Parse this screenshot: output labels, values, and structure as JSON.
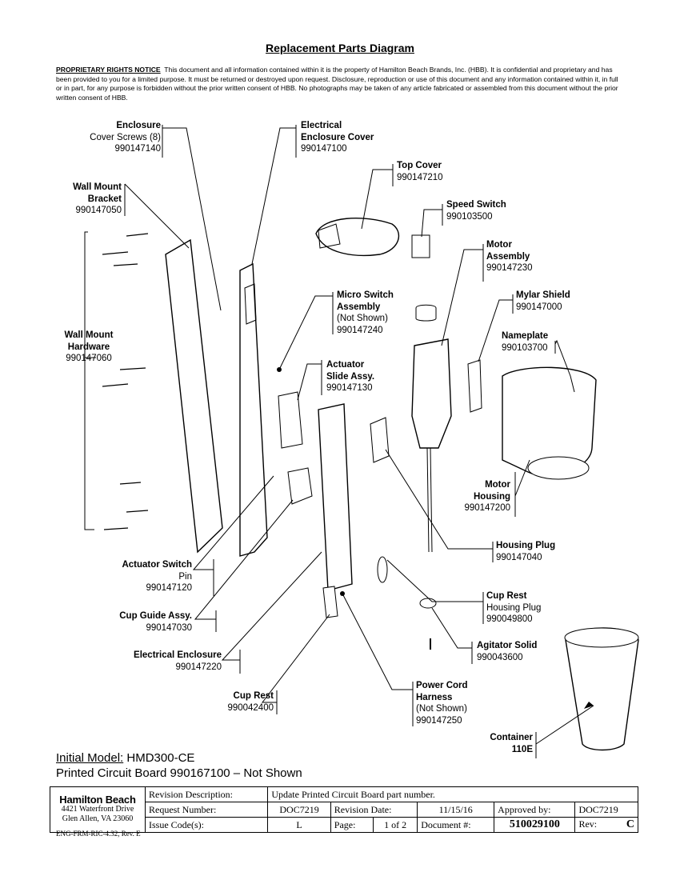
{
  "header": {
    "title": "Replacement Parts Diagram",
    "notice_label": "PROPRIETARY RIGHTS NOTICE",
    "notice_text": "This document and all information contained within it is the property of Hamilton Beach Brands, Inc. (HBB).  It is confidential and proprietary and has been provided to you for a limited purpose.  It must be returned or destroyed upon request.  Disclosure, reproduction or use of this document and any information contained within it, in full or in part, for any purpose is forbidden without the prior written consent of HBB.  No photographs may be taken of any article fabricated or assembled from this document without the prior written consent of HBB."
  },
  "parts": {
    "enclosure_screws": {
      "name": "Enclosure",
      "sub": "Cover Screws (8)",
      "pn": "990147140"
    },
    "elec_enclosure_cover": {
      "name1": "Electrical",
      "name2": "Enclosure Cover",
      "pn": "990147100"
    },
    "top_cover": {
      "name": "Top Cover",
      "pn": "990147210"
    },
    "wall_mount_bracket": {
      "name1": "Wall Mount",
      "name2": "Bracket",
      "pn": "990147050"
    },
    "speed_switch": {
      "name": "Speed Switch",
      "pn": "990103500"
    },
    "motor_assembly": {
      "name1": "Motor",
      "name2": "Assembly",
      "pn": "990147230"
    },
    "micro_switch": {
      "name1": "Micro Switch",
      "name2": "Assembly",
      "sub": "(Not Shown)",
      "pn": "990147240"
    },
    "mylar_shield": {
      "name": "Mylar Shield",
      "pn": "990147000"
    },
    "wall_mount_hardware": {
      "name1": "Wall Mount",
      "name2": "Hardware",
      "pn": "990147060"
    },
    "nameplate": {
      "name": "Nameplate",
      "pn": "990103700"
    },
    "actuator_slide": {
      "name1": "Actuator",
      "name2": "Slide Assy.",
      "pn": "990147130"
    },
    "motor_housing": {
      "name1": "Motor",
      "name2": "Housing",
      "pn": "990147200"
    },
    "housing_plug": {
      "name": "Housing Plug",
      "pn": "990147040"
    },
    "actuator_switch": {
      "name": "Actuator Switch",
      "sub": "Pin",
      "pn": "990147120"
    },
    "cup_rest_plug": {
      "name": "Cup Rest",
      "sub": "Housing Plug",
      "pn": "990049800"
    },
    "cup_guide": {
      "name": "Cup Guide Assy.",
      "pn": "990147030"
    },
    "agitator": {
      "name": "Agitator Solid",
      "pn": "990043600"
    },
    "elec_enclosure": {
      "name": "Electrical Enclosure",
      "pn": "990147220"
    },
    "power_cord": {
      "name1": "Power Cord",
      "name2": "Harness",
      "sub": "(Not Shown)",
      "pn": "990147250"
    },
    "cup_rest": {
      "name": "Cup Rest",
      "pn": "990042400"
    },
    "container": {
      "name": "Container",
      "pn": "110E"
    }
  },
  "model": {
    "label": "Initial Model:",
    "value": "HMD300-CE",
    "pcb_note": "Printed Circuit Board 990167100 – Not Shown"
  },
  "title_block": {
    "brand": "Hamilton Beach",
    "address1": "4421 Waterfront Drive",
    "address2": "Glen Allen, VA  23060",
    "rev_desc_label": "Revision Description:",
    "rev_desc": "Update Printed Circuit Board part number.",
    "request_label": "Request Number:",
    "request": "DOC7219",
    "rev_date_label": "Revision Date:",
    "rev_date": "11/15/16",
    "approved_label": "Approved by:",
    "approved": "DOC7219",
    "issue_label": "Issue Code(s):",
    "issue": "L",
    "page_label": "Page:",
    "page": "1 of  2",
    "docnum_label": "Document #:",
    "docnum": "510029100",
    "rev_label": "Rev:",
    "rev": "C"
  },
  "footer": {
    "form": "ENG-FRM-RIC-4.32, Rev. E"
  }
}
